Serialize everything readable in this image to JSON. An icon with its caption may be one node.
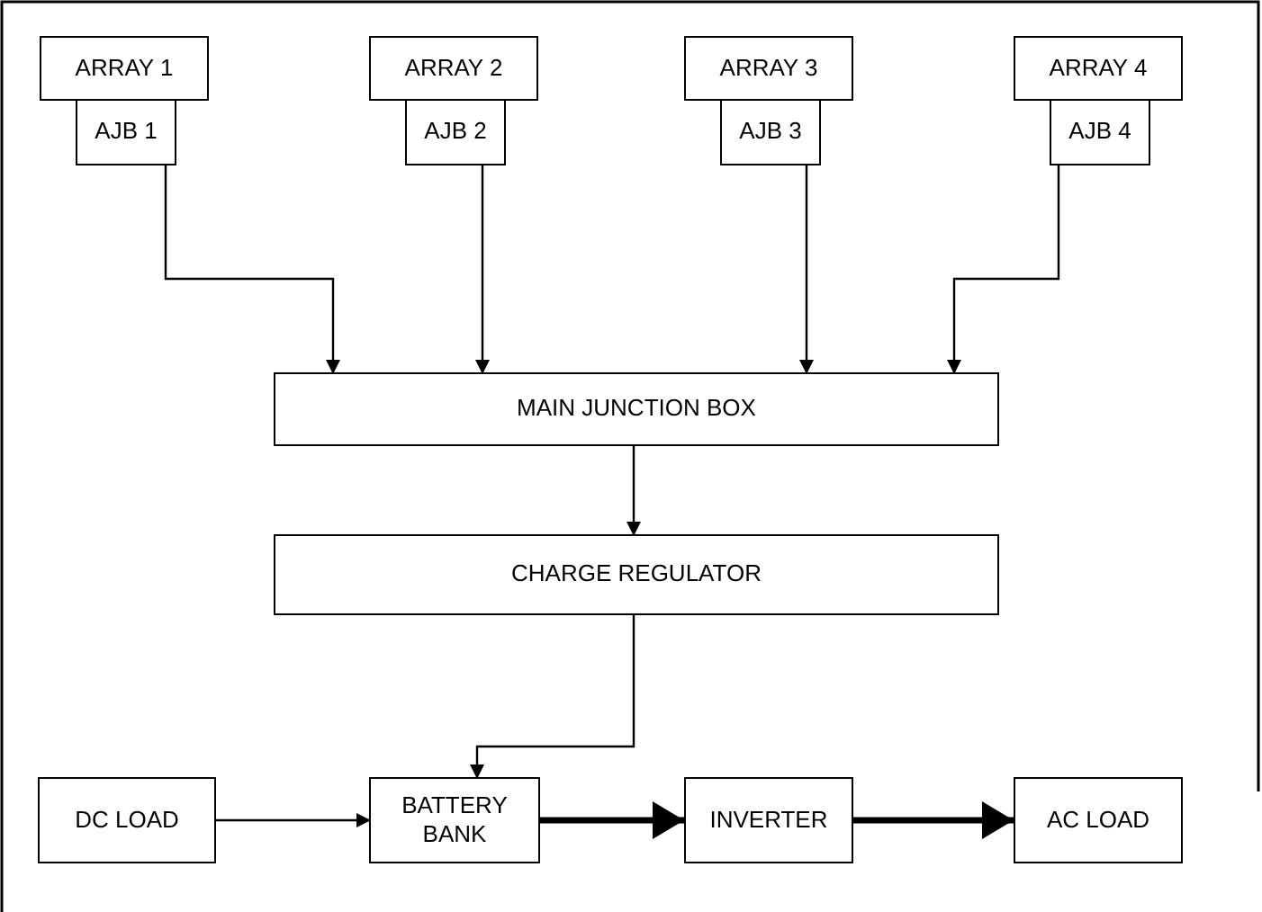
{
  "diagram": {
    "nodes": [
      {
        "text": [
          "ARRAY 1"
        ]
      },
      {
        "text": [
          "AJB 1"
        ]
      },
      {
        "text": [
          "ARRAY 2"
        ]
      },
      {
        "text": [
          "AJB 2"
        ]
      },
      {
        "text": [
          "ARRAY 3"
        ]
      },
      {
        "text": [
          "AJB 3"
        ]
      },
      {
        "text": [
          "ARRAY 4"
        ]
      },
      {
        "text": [
          "AJB 4"
        ]
      },
      {
        "text": [
          "MAIN JUNCTION BOX"
        ]
      },
      {
        "text": [
          "CHARGE REGULATOR"
        ]
      },
      {
        "text": [
          "DC LOAD"
        ]
      },
      {
        "text": [
          "BATTERY BANK"
        ]
      },
      {
        "text": [
          "INVERTER"
        ]
      },
      {
        "text": [
          "AC LOAD"
        ]
      }
    ],
    "edges": [
      {
        "from": 1,
        "to": 8,
        "arrow": "to"
      },
      {
        "from": 3,
        "to": 8,
        "arrow": "to"
      },
      {
        "from": 5,
        "to": 8,
        "arrow": "to"
      },
      {
        "from": 7,
        "to": 8,
        "arrow": "to"
      },
      {
        "from": 8,
        "to": 9,
        "arrow": "to"
      },
      {
        "from": 9,
        "to": 11,
        "arrow": "to"
      },
      {
        "from": 10,
        "to": 11,
        "arrow": "to"
      },
      {
        "from": 11,
        "to": 12,
        "arrow": "to",
        "style": "thick"
      },
      {
        "from": 12,
        "to": 13,
        "arrow": "to",
        "style": "thick"
      }
    ]
  }
}
